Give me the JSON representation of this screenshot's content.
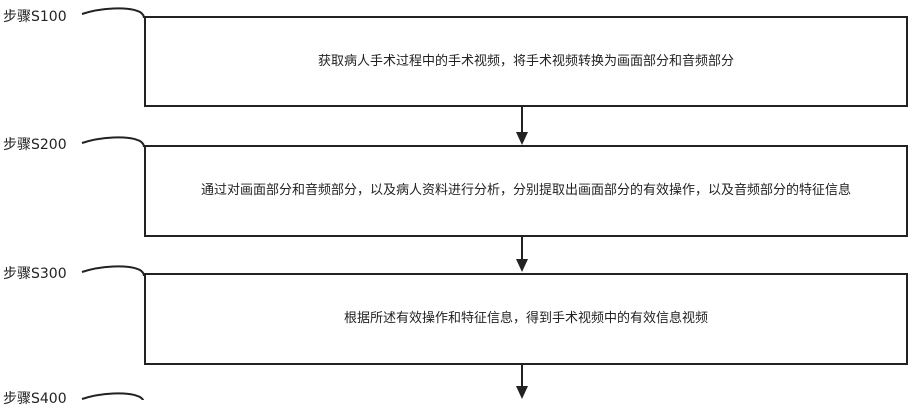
{
  "steps": [
    {
      "label": "步骤S100",
      "text": "获取病人手术过程中的手术视频，将手术视频转换为画面部分和音频部分"
    },
    {
      "label": "步骤S200",
      "text": "通过对画面部分和音频部分，以及病人资料进行分析，分别提取出画面部分的有效操作，以及音频部分的特征信息"
    },
    {
      "label": "步骤S300",
      "text": "根据所述有效操作和特征信息，得到手术视频中的有效信息视频"
    },
    {
      "label": "步骤S400",
      "text": ""
    }
  ]
}
